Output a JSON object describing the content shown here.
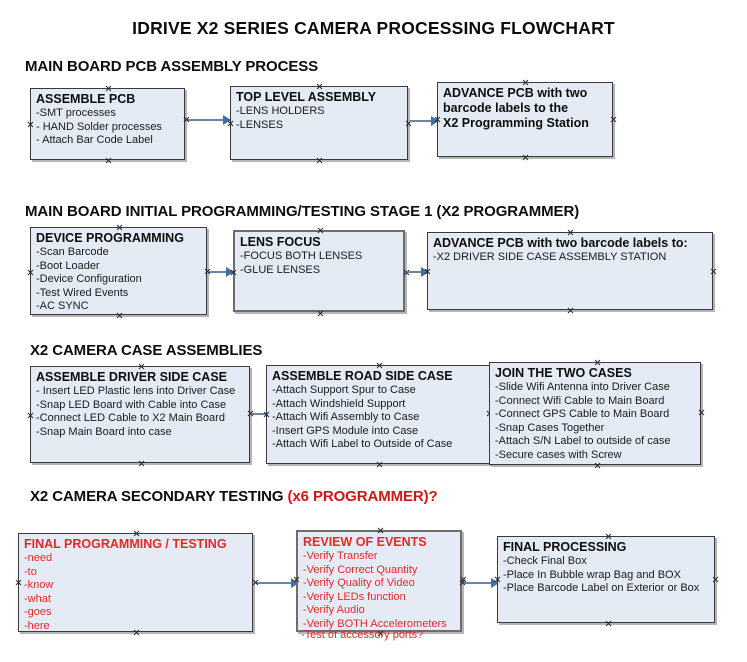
{
  "document": {
    "title": "IDRIVE X2  SERIES CAMERA PROCESSING FLOWCHART"
  },
  "colors": {
    "box_fill": "#e4ebf5",
    "box_border": "#3a3a3a",
    "connector": "#6b85a6",
    "arrowhead": "#3f6fa8",
    "red_text": "#e02b2b",
    "black_text": "#0d0d0d",
    "background": "#ffffff"
  },
  "sections": [
    {
      "id": "main-board-pcb-assembly-process",
      "heading": "MAIN BOARD PCB ASSEMBLY PROCESS",
      "heading_red_suffix": "",
      "boxes": [
        {
          "id": "assemble-pcb",
          "title": "ASSEMBLE PCB",
          "lines": [
            "-SMT processes",
            "- HAND Solder processes",
            "- Attach Bar Code Label"
          ]
        },
        {
          "id": "top-level-assembly",
          "title": "TOP LEVEL ASSEMBLY",
          "lines": [
            "-LENS HOLDERS",
            "-LENSES"
          ]
        },
        {
          "id": "advance-pcb-to-x2-programming-station",
          "title": "ADVANCE PCB with two",
          "lines": [
            "barcode labels to the",
            " X2 Programming Station"
          ],
          "all_bold": true
        }
      ]
    },
    {
      "id": "main-board-initial-programming-testing-stage-1",
      "heading": "MAIN BOARD INITIAL PROGRAMMING/TESTING STAGE 1 (X2 PROGRAMMER)",
      "heading_red_suffix": "",
      "boxes": [
        {
          "id": "device-programming",
          "title": "DEVICE PROGRAMMING",
          "lines": [
            "-Scan Barcode",
            "-Boot Loader",
            "-Device Configuration",
            "-Test Wired Events",
            "-AC SYNC"
          ]
        },
        {
          "id": "lens-focus",
          "title": "LENS FOCUS",
          "lines": [
            "-FOCUS BOTH LENSES",
            "-GLUE LENSES"
          ]
        },
        {
          "id": "advance-pcb-to-driver-side-case-assembly-station",
          "title": "ADVANCE PCB with two barcode labels to:",
          "lines": [
            "-X2 DRIVER  SIDE  CASE  ASSEMBLY STATION"
          ]
        }
      ]
    },
    {
      "id": "x2-camera-case-assemblies",
      "heading": "X2 CAMERA CASE ASSEMBLIES",
      "heading_red_suffix": "",
      "boxes": [
        {
          "id": "assemble-driver-side-case",
          "title": "ASSEMBLE DRIVER SIDE CASE",
          "lines": [
            "- Insert LED Plastic lens into Driver Case",
            "-Snap LED Board with Cable into Case",
            "-Connect LED Cable to X2 Main Board",
            "-Snap Main Board into case"
          ]
        },
        {
          "id": "assemble-road-side-case",
          "title": "ASSEMBLE ROAD SIDE CASE",
          "lines": [
            "-Attach Support Spur to Case",
            "-Attach Windshield Support",
            "-Attach Wifi Assembly to Case",
            "-Insert GPS Module into Case",
            "-Attach Wifi Label to Outside of Case"
          ]
        },
        {
          "id": "join-the-two-cases",
          "title": "JOIN THE TWO CASES",
          "lines": [
            "-Slide Wifi Antenna into Driver Case",
            "-Connect Wifi Cable to Main Board",
            "-Connect GPS Cable to Main Board",
            "-Snap Cases Together",
            "-Attach S/N Label to outside of case",
            "-Secure cases with Screw"
          ]
        }
      ]
    },
    {
      "id": "x2-camera-secondary-testing",
      "heading": "X2 CAMERA SECONDARY TESTING ",
      "heading_red_suffix": "(x6 PROGRAMMER)?",
      "boxes": [
        {
          "id": "final-programming-testing",
          "title": "FINAL PROGRAMMING / TESTING",
          "red": true,
          "lines": [
            "-need",
            "-to",
            "-know",
            "-what",
            "-goes",
            "-here"
          ]
        },
        {
          "id": "review-of-events",
          "title": "REVIEW OF EVENTS",
          "red": true,
          "lines": [
            "-Verify Transfer",
            "-Verify Correct Quantity",
            "-Verify Quality of Video",
            "-Verify LEDs function",
            "-Verify Audio",
            "-Verify BOTH Accelerometers"
          ],
          "overflow_line": "-Test of accessory ports?"
        },
        {
          "id": "final-processing",
          "title": "FINAL PROCESSING",
          "lines": [
            " -Check Final Box",
            "-Place In Bubble wrap Bag and BOX",
            "-Place Barcode Label on Exterior or Box"
          ]
        }
      ]
    }
  ]
}
